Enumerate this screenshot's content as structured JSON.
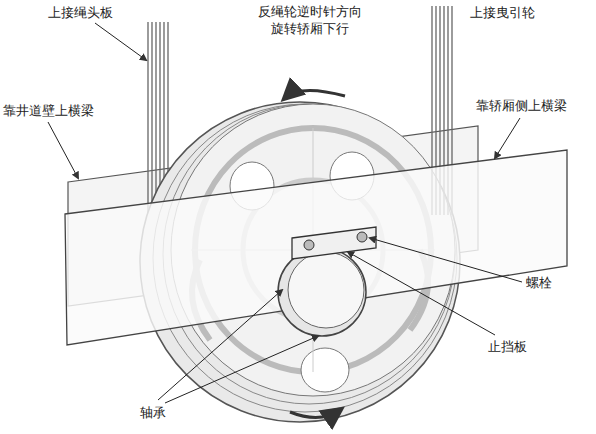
{
  "diagram": {
    "labels": [
      "上接绳头板",
      "上接曳引轮",
      "反绳轮逆时针方向 旋转轿厢下行",
      "靠井道壁上横梁",
      "靠轿厢侧上横梁",
      "螺栓",
      "止挡板",
      "轴承"
    ]
  }
}
